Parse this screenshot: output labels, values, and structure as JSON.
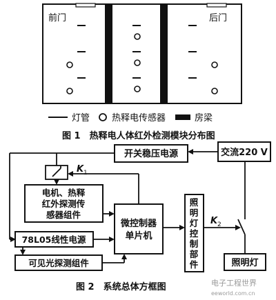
{
  "figure1": {
    "left_door_label": "前门",
    "right_door_label": "后门",
    "legend": {
      "lamp_label": "灯管",
      "sensor_label": "热释电传感器",
      "beam_label": "房梁"
    },
    "caption": "图 1　热释电人体红外检测模块分布图"
  },
  "figure2": {
    "blocks": {
      "ac": "交流220 V",
      "switching_psu": "开关稳压电源",
      "sensor_line1": "电机、热释",
      "sensor_line2": "红外探测传",
      "sensor_line3": "感器组件",
      "mcu_line1": "微控制器",
      "mcu_line2": "单片机",
      "linear_psu": "78L05线性电源",
      "visible_light": "可见光探测组件",
      "lighting_ctrl_chars": [
        "照",
        "明",
        "灯",
        "控",
        "制",
        "部",
        "件"
      ],
      "lamp": "照明灯"
    },
    "relay_k1": "K",
    "relay_k1_sub": "1",
    "relay_k2": "K",
    "relay_k2_sub": "2",
    "caption": "图 2　系统总体方框图"
  },
  "watermark": {
    "text": "电子工程世界",
    "url": "eeworld.com.cn"
  }
}
